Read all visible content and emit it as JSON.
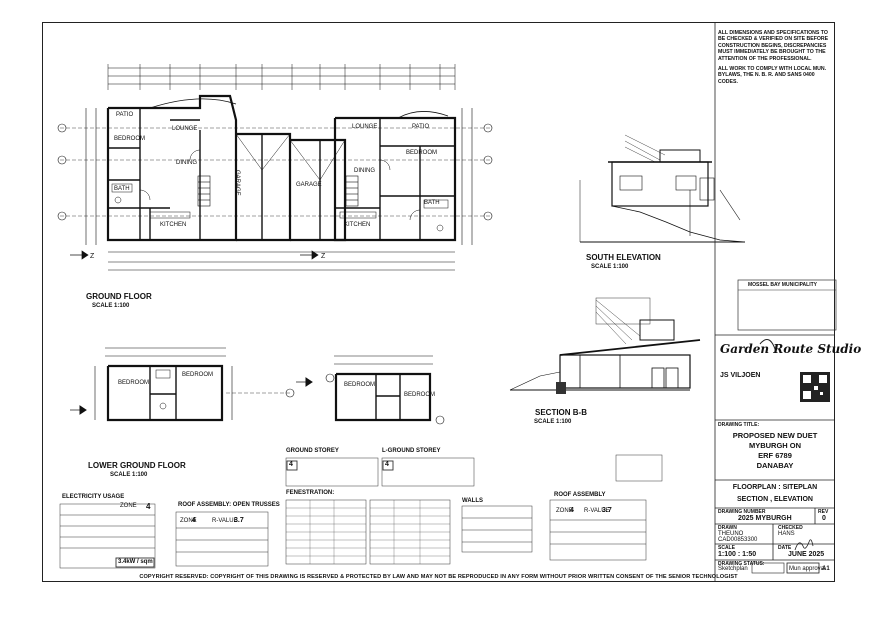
{
  "notes": {
    "para1": "ALL DIMENSIONS AND SPECIFICATIONS TO BE CHECKED & VERIFIED ON SITE BEFORE CONSTRUCTION BEGINS, DISCREPANCIES MUST IMMEDIATELY BE BROUGHT TO THE ATTENTION OF THE PROFESSIONAL.",
    "para2": "ALL WORK TO COMPLY WITH LOCAL MUN. BYLAWS, THE N. B. R. AND SANS 0400 CODES."
  },
  "views": {
    "ground_floor": "GROUND FLOOR",
    "ground_floor_scale": "SCALE 1:100",
    "lower_ground_floor": "LOWER GROUND FLOOR",
    "lower_ground_floor_scale": "SCALE 1:100",
    "south_elevation": "SOUTH ELEVATION",
    "south_elevation_scale": "SCALE 1:100",
    "section_bb": "SECTION B-B",
    "section_bb_scale": "SCALE 1:100"
  },
  "rooms": {
    "bedroom": "BEDROOM",
    "dining": "DINING",
    "garage": "GARAGE",
    "kitchen": "KITCHEN",
    "lounge": "LOUNGE",
    "patio": "PATIO",
    "bath": "BATH"
  },
  "schedules": {
    "electricity": "ELECTRICITY USAGE",
    "roof_assembly_open": "ROOF ASSEMBLY: OPEN TRUSSES",
    "ground_storey": "GROUND STOREY",
    "lground_storey": "L-GROUND STOREY",
    "fenestration": "FENESTRATION:",
    "walls": "WALLS",
    "roof_assembly": "ROOF ASSEMBLY",
    "zone": "ZONE",
    "zone_value": "4",
    "rvalue": "R-VALUE",
    "rvalue_value": "3.7",
    "power": "3.4kW / sqm"
  },
  "municipality": {
    "title": "MOSSEL BAY MUNICIPALITY"
  },
  "studio": {
    "logo": "Garden Route Studio",
    "name": "JS VILJOEN"
  },
  "titleblock": {
    "drawing_title_label": "DRAWING TITLE:",
    "title_line1": "PROPOSED NEW DUET",
    "title_line2": "MYBURGH ON",
    "title_line3": "ERF 6789",
    "title_line4": "DANABAY",
    "sheet_line1": "FLOORPLAN : SITEPLAN",
    "sheet_line2": "SECTION , ELEVATION",
    "drawing_number_label": "DRAWING NUMBER",
    "rev_label": "REV",
    "drawing_number": "2025 MYBURGH",
    "rev": "0",
    "drawn_label": "DRAWN",
    "checked_label": "CHECKED",
    "drawn": "THEUNO",
    "drawn_code": "CAD00853300",
    "checked": "HANS",
    "scale_label": "SCALE",
    "date_label": "DATE",
    "scale": "1:100 : 1:50",
    "date": "JUNE 2025",
    "status_label": "DRAWING STATUS:",
    "status1": "Sketchplan",
    "status2": "Mun approval",
    "sheet_size": "A1"
  },
  "copyright": "COPYRIGHT RESERVED: COPYRIGHT OF THIS DRAWING IS RESERVED & PROTECTED BY LAW AND MAY NOT BE REPRODUCED IN ANY FORM WITHOUT PRIOR WRITTEN CONSENT OF THE SENIOR TECHNOLOGIST"
}
